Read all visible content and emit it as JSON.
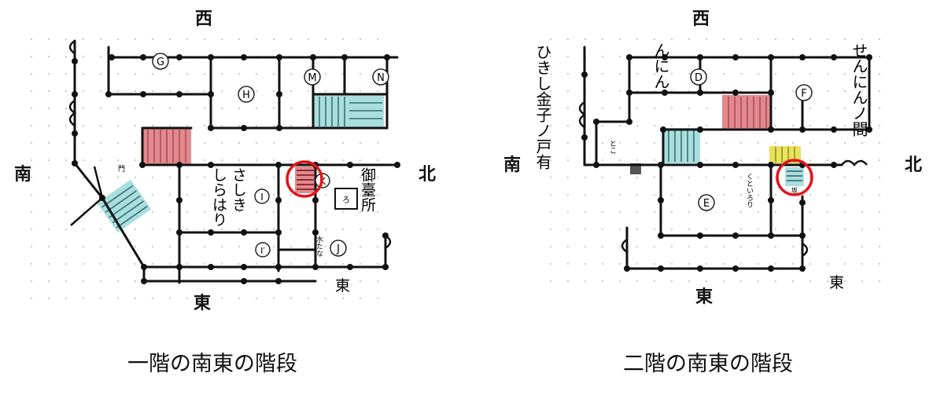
{
  "compass": {
    "west": "西",
    "south": "南",
    "north": "北",
    "east": "東"
  },
  "floor1": {
    "caption": "一階の南東の階段",
    "room_markers": [
      "G",
      "H",
      "M",
      "N",
      "I",
      "K",
      "I′",
      "J"
    ],
    "room_labels": {
      "shirahari": "しらはり",
      "sashiki": "さしき",
      "gozasho": "御臺所",
      "higashi": "東",
      "ro": "ろ",
      "mon": "門",
      "mizutana": "水たな"
    }
  },
  "floor2": {
    "caption": "二階の南東の階段",
    "room_markers": [
      "D",
      "F",
      "E"
    ],
    "room_labels": {
      "hikishi": "ひきし金子ノ戸有",
      "nin": "んにん",
      "sennin": "せんにんノ間",
      "higashi": "東",
      "toko": "とこ",
      "kutoiri": "くといろり",
      "saka": "坂"
    }
  },
  "colors": {
    "highlight_circle": "#e0151b",
    "stair_red": "#e08a8f",
    "stair_blue": "#a9dede",
    "stair_yellow": "#e8e25a",
    "wall": "#111111"
  }
}
